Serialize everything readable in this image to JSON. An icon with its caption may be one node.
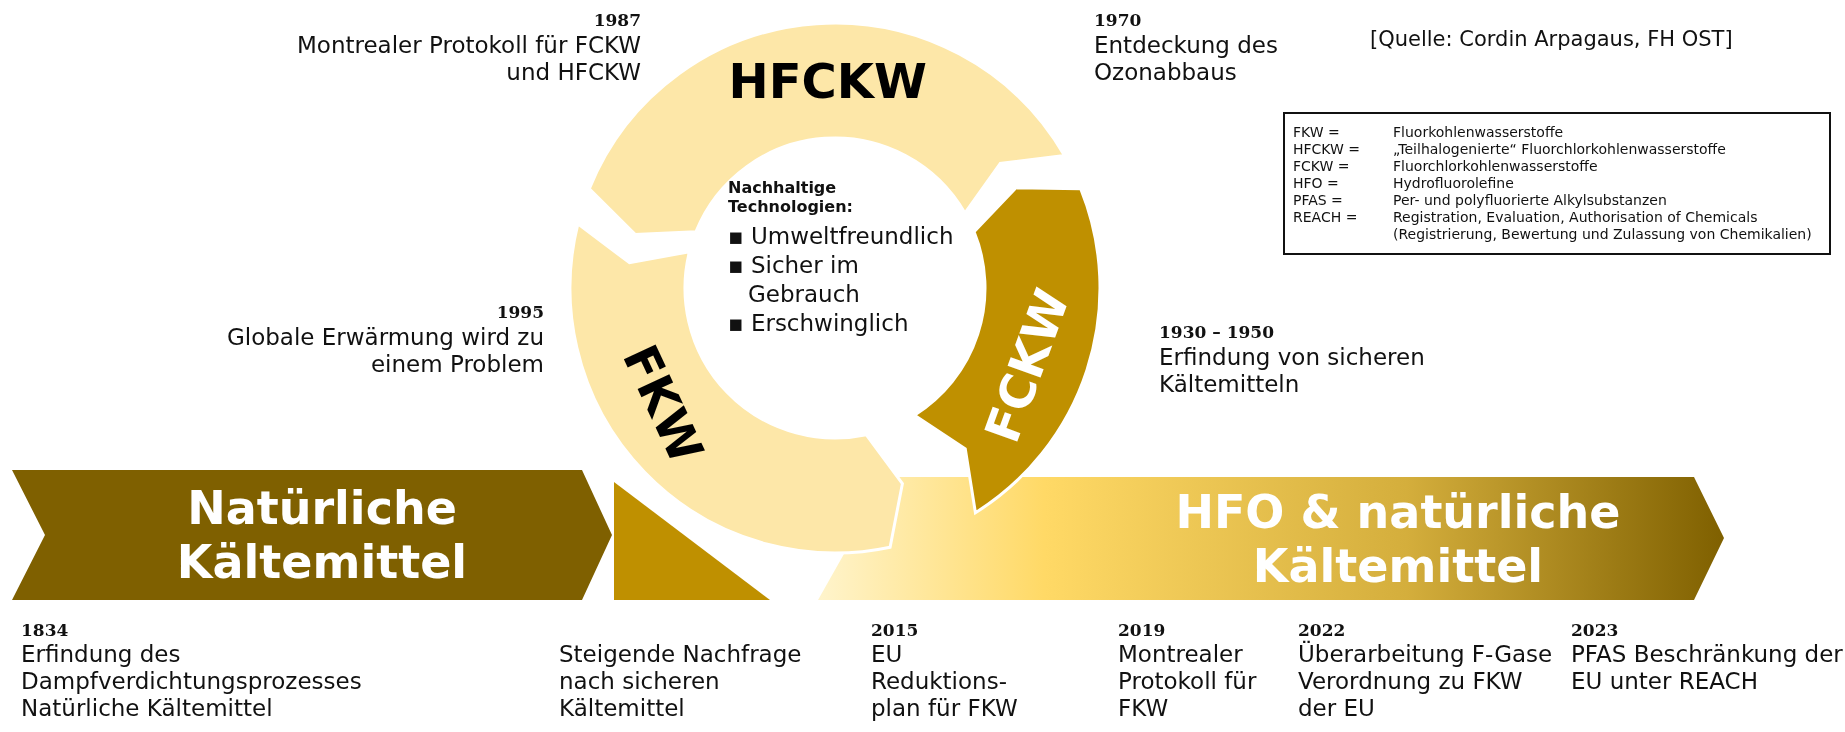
{
  "diagram": {
    "nodes": [
      {
        "text": [
          "Natürliche Kältemittel"
        ]
      },
      {
        "text": [
          "HFO & natürliche Kältemittel"
        ]
      },
      {
        "text": [
          "HFCKW"
        ]
      },
      {
        "text": [
          "FCKW"
        ]
      },
      {
        "text": [
          "FKW"
        ]
      },
      {
        "text": [],
        "shape": "wedge"
      }
    ],
    "labels": [
      "1987",
      "Montrealer Protokoll für FCKW und HFCKW",
      "1970",
      "Entdeckung des Ozonabbaus",
      "[Quelle: Cordin Arpagaus, FH OST]",
      "FKW =",
      "Fluorkohlenwasserstoffe",
      "HFCKW =",
      "„Teilhalogenierte“ Fluorchlorkohlenwasserstoffe",
      "FCKW =",
      "Fluorchlorkohlenwasserstoffe",
      "HFO =",
      "Hydrofluorolefine",
      "PFAS =",
      "Per- und polyfluorierte Alkylsubstanzen",
      "REACH =",
      "Registration, Evaluation, Authorisation of Chemicals (Registrierung, Bewertung und Zulassung von Chemikalien)",
      "Nachhaltige Technologien:",
      "▪ Umweltfreundlich",
      "▪ Sicher im Gebrauch",
      "▪ Erschwinglich",
      "1995",
      "Globale Erwärmung wird zu einem Problem",
      "1930 – 1950",
      "Erfindung von sicheren Kältemitteln",
      "1834",
      "Erfindung des Dampfverdichtungsprozesses Natürliche Kältemittel",
      "Steigende Nachfrage nach sicheren Kältemittel",
      "2015",
      "EU Reduktions- plan für FKW",
      "2019",
      "Montrealer Protokoll für FKW",
      "2022",
      "Überarbeitung F-Gase Verordnung zu FKW der EU",
      "2023",
      "PFAS Beschränkung der EU unter REACH"
    ]
  }
}
